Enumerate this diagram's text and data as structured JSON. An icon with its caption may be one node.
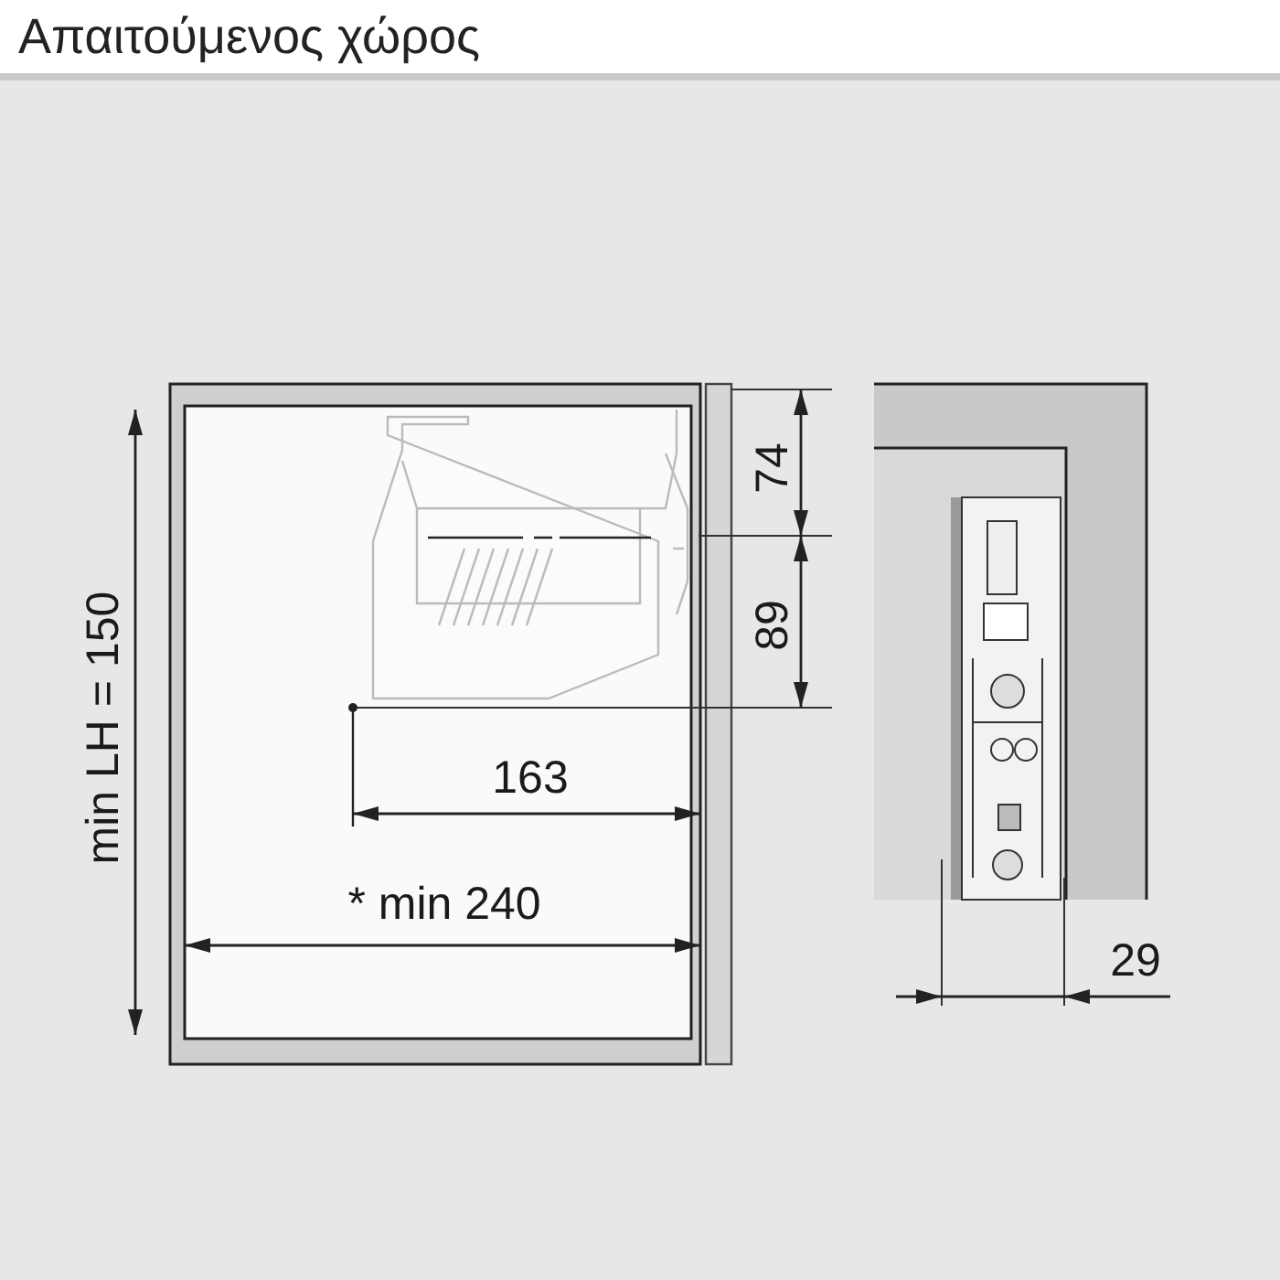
{
  "diagram": {
    "title": "Απαιτούμενος χώρος",
    "labels": [
      "74",
      "89",
      "min LH = 150",
      "163",
      "* min 240",
      "29"
    ]
  }
}
